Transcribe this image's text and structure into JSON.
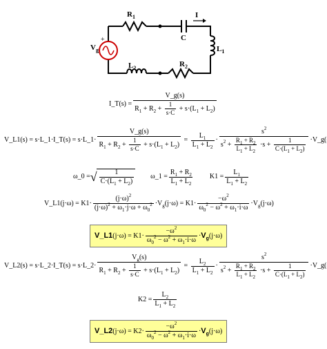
{
  "circuit": {
    "source_label": "V",
    "source_sub": "g",
    "plus": "+",
    "r1": "R",
    "r1_sub": "1",
    "c": "C",
    "i": "I",
    "l1": "L",
    "l1_sub": "1",
    "l2": "L",
    "l2_sub": "2",
    "r2": "R",
    "r2_sub": "2"
  },
  "equations": {
    "it_lhs": "I_T(s) =",
    "it_num": "V_g(s)",
    "vl1_lhs": "V_L1(s) = s·L_1·I_T(s) = s·L_1·",
    "vl1_num": "V_g(s)",
    "l1": "L_1",
    "l1pl2": "L_1 + L_2",
    "s2": "s²",
    "vg_tail": "·V_g(s)",
    "omega0_lhs": "ω_0 =",
    "omega1_lhs": "ω_1 =",
    "k1_lhs": "K1 =",
    "vl1jw_lhs": "V_L1(j·ω) = K1·",
    "vl1_boxed_lhs": "V_L1",
    "vl2_lhs": "V_L2(s) = s·L_2·I_T(s) = s·L_2·",
    "k2_lhs": "K2 =",
    "vl2_boxed_lhs": "V_L2",
    "l2": "L_2"
  }
}
